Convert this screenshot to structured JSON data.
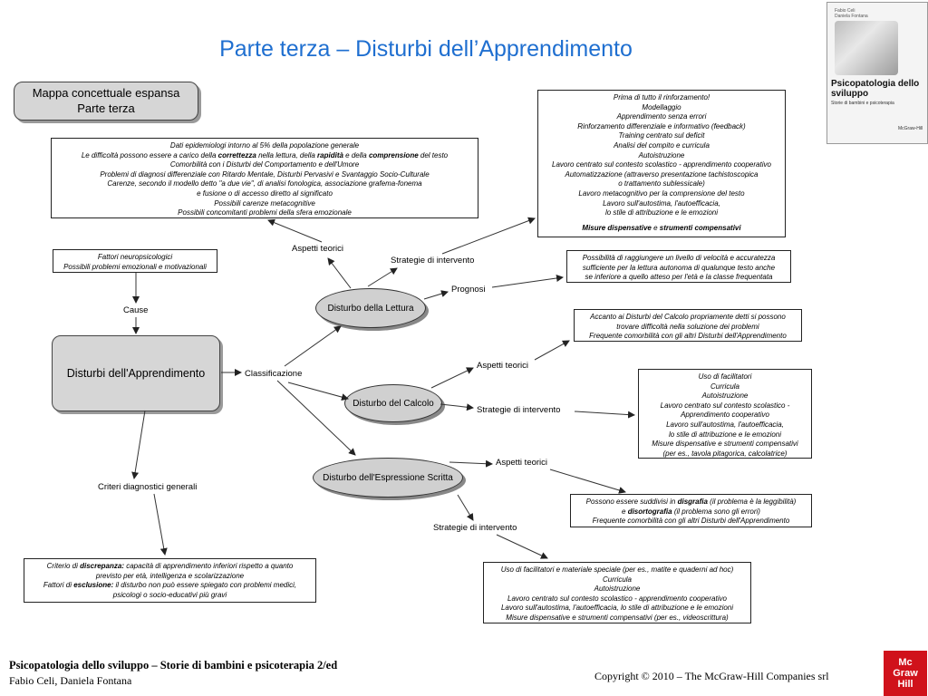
{
  "title": "Parte terza – Disturbi dell’Apprendimento",
  "map_box": [
    "Mappa concettuale espansa",
    "Parte terza"
  ],
  "main_node": "Disturbi dell'Apprendimento",
  "nodes": {
    "lettura": "Disturbo della Lettura",
    "calcolo": "Disturbo del Calcolo",
    "scritta": "Disturbo dell'Espressione Scritta"
  },
  "labels": {
    "aspetti_teorici_lettura": "Aspetti teorici",
    "strategie_lettura": "Strategie di intervento",
    "prognosi": "Prognosi",
    "cause": "Cause",
    "classificazione": "Classificazione",
    "aspetti_teorici_calcolo": "Aspetti teorici",
    "strategie_calcolo": "Strategie di intervento",
    "aspetti_teorici_scritta": "Aspetti teorici",
    "strategie_scritta": "Strategie di intervento",
    "criteri": "Criteri diagnostici generali"
  },
  "notes": {
    "epidemiologia": [
      "Dati epidemiologi intorno al 5% della popolazione generale",
      "Le difficoltà possono essere a carico della  correttezza  nella lettura, della  rapidità  e della  comprensione  del testo",
      "Comorbilità con i Disturbi del Comportamento e dell'Umore",
      "Problemi di diagnosi differenziale con Ritardo Mentale, Disturbi Pervasivi e Svantaggio Socio-Culturale",
      "Carenze, secondo il modello detto \"a due vie\", di analisi fonologica, associazione grafema-fonema",
      "e fusione o di accesso diretto al significato",
      "Possibili carenze metacognitive",
      "Possibili concomitanti problemi della sfera emozionale"
    ],
    "strategie_lettura": [
      "Prima di tutto il rinforzamento!",
      "Modellaggio",
      "Apprendimento senza errori",
      "Rinforzamento differenziale e informativo  (feedback)",
      "Training centrato sul deficit",
      "Analisi del compito e curricula",
      "Autoistruzione",
      "Lavoro centrato sul contesto scolastico - apprendimento cooperativo",
      "Automatizzazione (attraverso presentazione tachistoscopica",
      "o trattamento sublessicale)",
      "Lavoro metacognitivo per la comprensione del testo",
      "Lavoro sull'autostima, l'autoefficacia,",
      "lo stile di attribuzione e le emozioni",
      "",
      "Misure dispensative e strumenti compensativi"
    ],
    "fattori": [
      "Fattori neuropsicologici",
      "Possibili problemi emozionali e motivazionali"
    ],
    "prognosi": [
      "Possibilità di raggiungere un livello di velocità e accuratezza",
      "sufficiente per la lettura autonoma di qualunque testo anche",
      "se inferiore a quello atteso per l'età e la classe frequentata"
    ],
    "calcolo_teorici": [
      "Accanto ai Disturbi del Calcolo propriamente detti si possono",
      "trovare difficoltà nella soluzione dei problemi",
      "Frequente comorbilità con gli altri Disturbi dell'Apprendimento"
    ],
    "calcolo_strategie": [
      "Uso di facilitatori",
      "Curricula",
      "Autoistruzione",
      "Lavoro centrato sul contesto scolastico -",
      "Apprendimento cooperativo",
      "Lavoro sull'autostima, l'autoefficacia,",
      "lo stile di attribuzione e le emozioni",
      "Misure dispensative  e strumenti compensativi",
      "(per es., tavola pitagorica, calcolatrice)"
    ],
    "scritta_teorici": [
      "Possono essere suddivisi in disgrafia (il problema è la leggibilità)",
      "e disortografia (il problema sono gli errori)",
      "Frequente comorbilità con gli altri Disturbi dell'Apprendimento"
    ],
    "scritta_strategie": [
      "Uso di facilitatori e materiale speciale (per es., matite e quaderni ad hoc)",
      "Curricula",
      "Autoistruzione",
      "Lavoro centrato sul contesto scolastico - apprendimento cooperativo",
      "Lavoro sull'autostima, l'autoefficacia, lo stile di attribuzione e le emozioni",
      "Misure dispensative e strumenti compensativi (per es., videoscrittura)"
    ],
    "criteri": [
      "Criterio di discrepanza: capacità di apprendimento inferiori rispetto a quanto",
      "previsto per età, intelligenza e scolarizzazione",
      "Fattori di esclusione: il disturbo non può essere spiegato con problemi medici,",
      "psicologi o socio-educativi più gravi"
    ]
  },
  "book": {
    "authors": "Fabio Celi\nDaniela Fontana",
    "title": "Psicopatologia dello sviluppo",
    "subtitle": "Storie di bambini e psicoterapia",
    "publisher": "McGraw-Hill"
  },
  "footer": {
    "book_title": "Psicopatologia dello sviluppo – Storie di bambini e psicoterapia 2/ed",
    "authors": "Fabio Celi, Daniela Fontana",
    "copyright": "Copyright © 2010 – The McGraw-Hill Companies srl"
  },
  "logo": [
    "Mc",
    "Graw",
    "Hill"
  ]
}
